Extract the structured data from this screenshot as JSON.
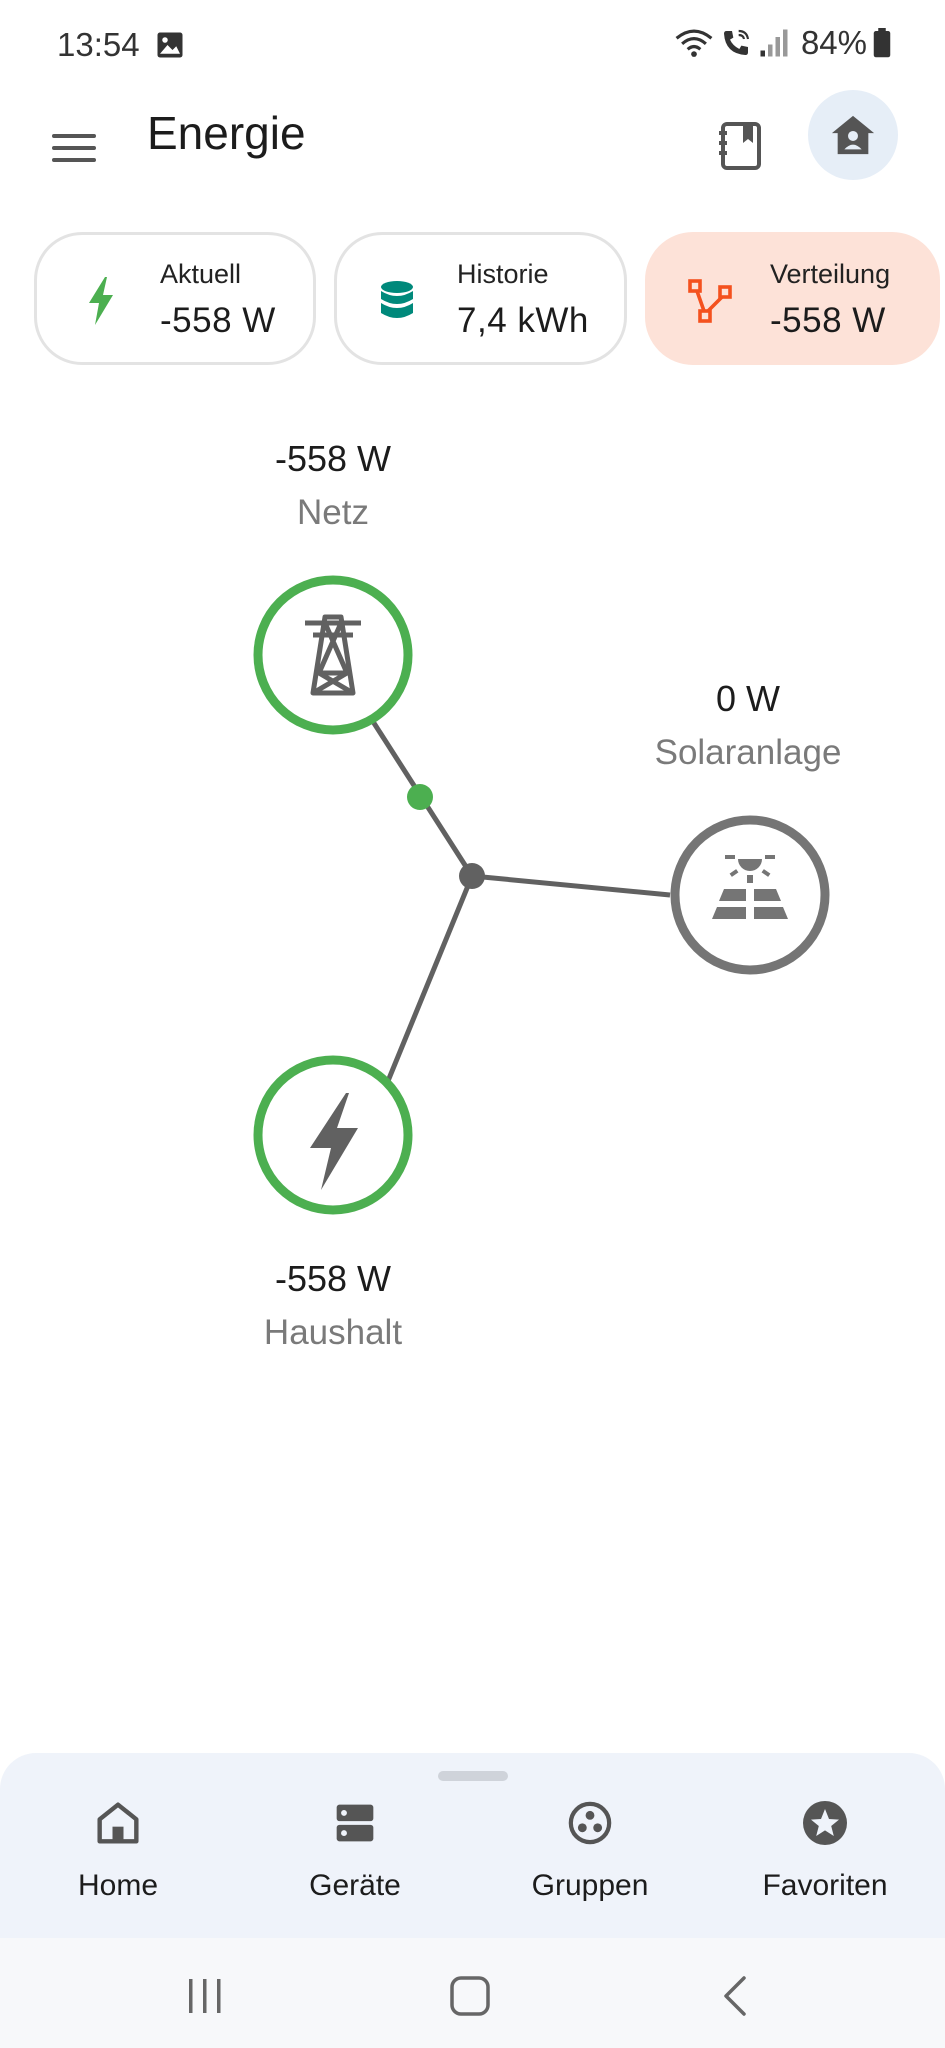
{
  "status": {
    "time": "13:54",
    "battery": "84%"
  },
  "appbar": {
    "title": "Energie"
  },
  "cards": [
    {
      "label": "Aktuell",
      "value": "-558 W",
      "icon": "bolt-icon",
      "color": "#4caf50"
    },
    {
      "label": "Historie",
      "value": "7,4 kWh",
      "icon": "database-icon",
      "color": "#00897b"
    },
    {
      "label": "Verteilung",
      "value": "-558 W",
      "icon": "distribution-icon",
      "color": "#f4511e",
      "active": true
    }
  ],
  "flow": {
    "grid": {
      "value": "-558 W",
      "name": "Netz",
      "color": "#4caf50"
    },
    "solar": {
      "value": "0 W",
      "name": "Solaranlage",
      "color": "#757575"
    },
    "home": {
      "value": "-558 W",
      "name": "Haushalt",
      "color": "#4caf50"
    },
    "line_color": "#616161"
  },
  "nav": [
    {
      "label": "Home",
      "icon": "home-icon"
    },
    {
      "label": "Geräte",
      "icon": "devices-icon"
    },
    {
      "label": "Gruppen",
      "icon": "groups-icon"
    },
    {
      "label": "Favoriten",
      "icon": "star-icon"
    }
  ]
}
